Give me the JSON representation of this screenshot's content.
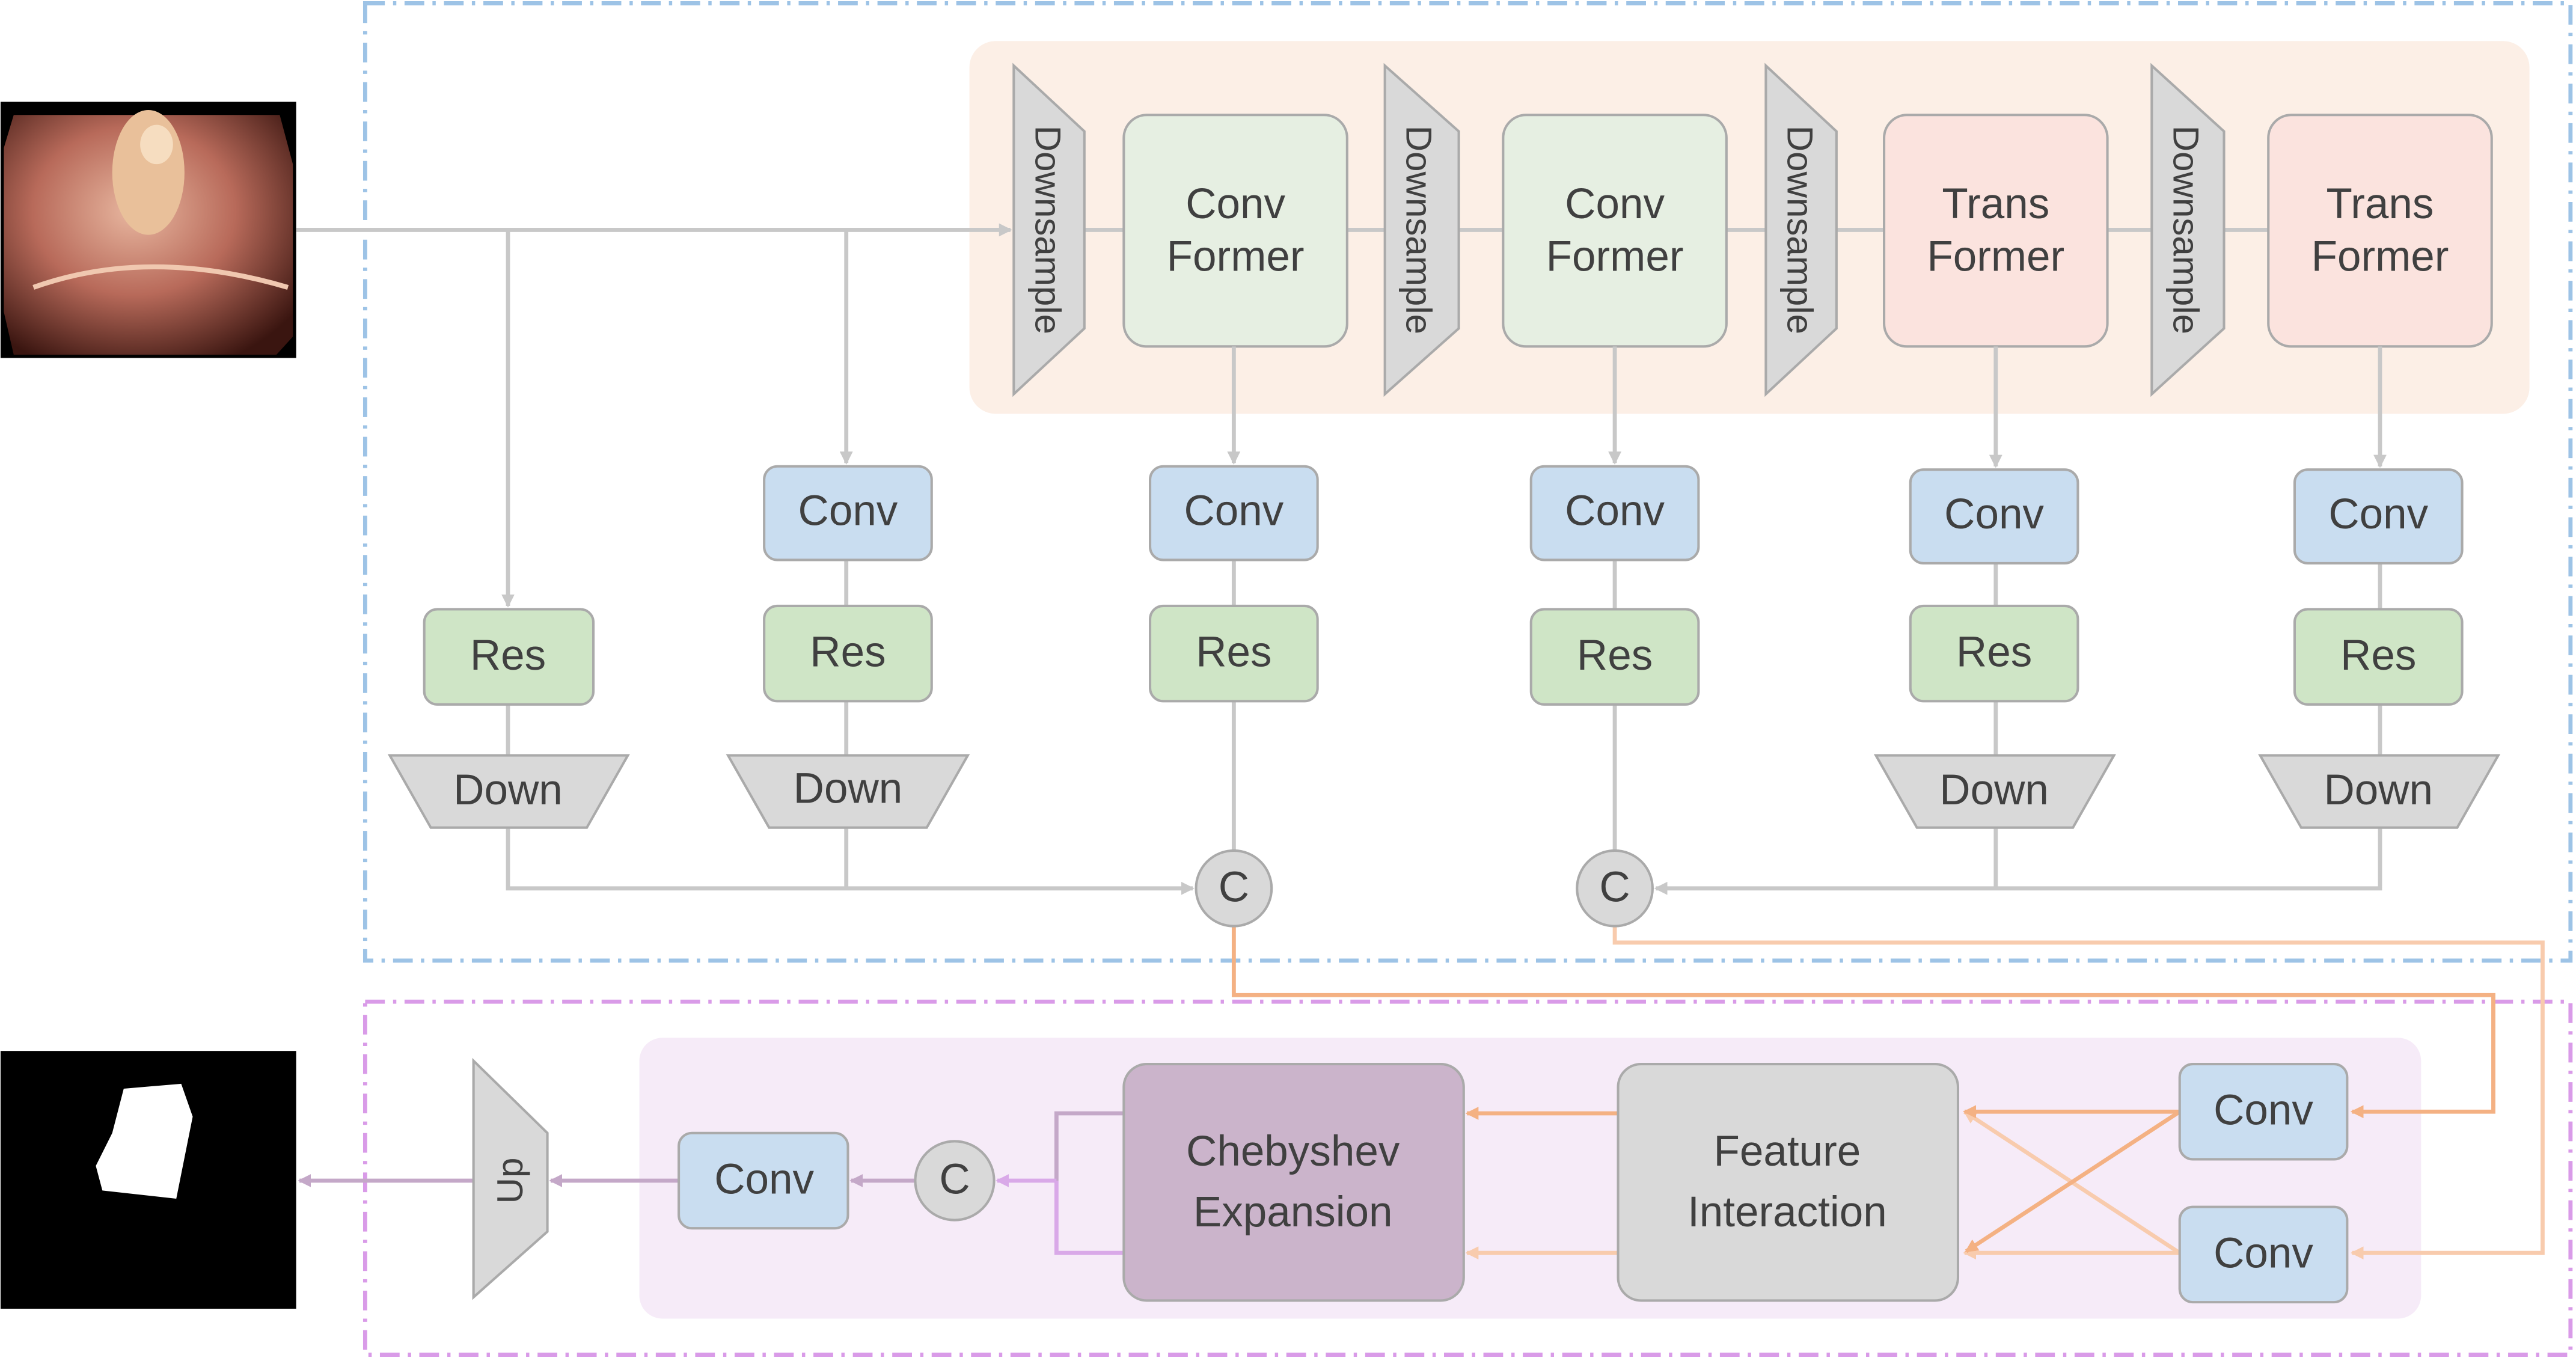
{
  "encoder": {
    "stage_labels": [
      "Downsample",
      "Downsample",
      "Downsample",
      "Downsample"
    ],
    "stages": [
      {
        "line1": "Conv",
        "line2": "Former"
      },
      {
        "line1": "Conv",
        "line2": "Former"
      },
      {
        "line1": "Trans",
        "line2": "Former"
      },
      {
        "line1": "Trans",
        "line2": "Former"
      }
    ],
    "branches": {
      "conv": "Conv",
      "res": "Res",
      "down": "Down"
    },
    "concat": "C"
  },
  "decoder": {
    "conv": "Conv",
    "feature_interaction": {
      "line1": "Feature",
      "line2": "Interaction"
    },
    "chebyshev": {
      "line1": "Chebyshev",
      "line2": "Expansion"
    },
    "concat": "C",
    "up": "Up"
  },
  "colors": {
    "encoder_border": "#9dc3e6",
    "decoder_border": "#d99be8",
    "encoder_panel": "#fcefe6",
    "decoder_panel": "#f6ebf8",
    "convformer": "#e6efe2",
    "transformer": "#fbe3de",
    "conv": "#c9ddf0",
    "res": "#cfe5c6",
    "gray_block": "#d9d9d9",
    "chebyshev": "#cbb4cb",
    "orange_dark": "#f4b183",
    "orange_light": "#f8cbad",
    "purple_line": "#d9a9e8"
  }
}
